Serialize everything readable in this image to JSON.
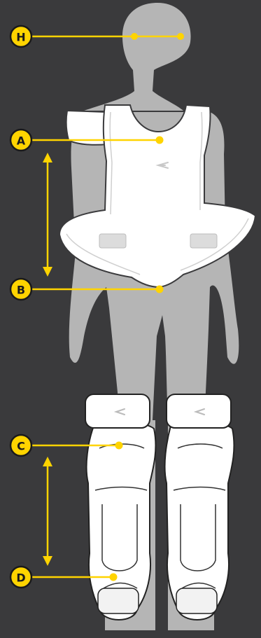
{
  "colors": {
    "background": "#3a3a3c",
    "silhouette": "#b5b5b5",
    "gear_fill": "#ffffff",
    "gear_outline": "#3a3a3c",
    "gear_shade": "#dcdcdc",
    "accent": "#ffd400",
    "badge_text": "#1a1a1a"
  },
  "markers": {
    "H": "H",
    "A": "A",
    "B": "B",
    "C": "C",
    "D": "D"
  }
}
